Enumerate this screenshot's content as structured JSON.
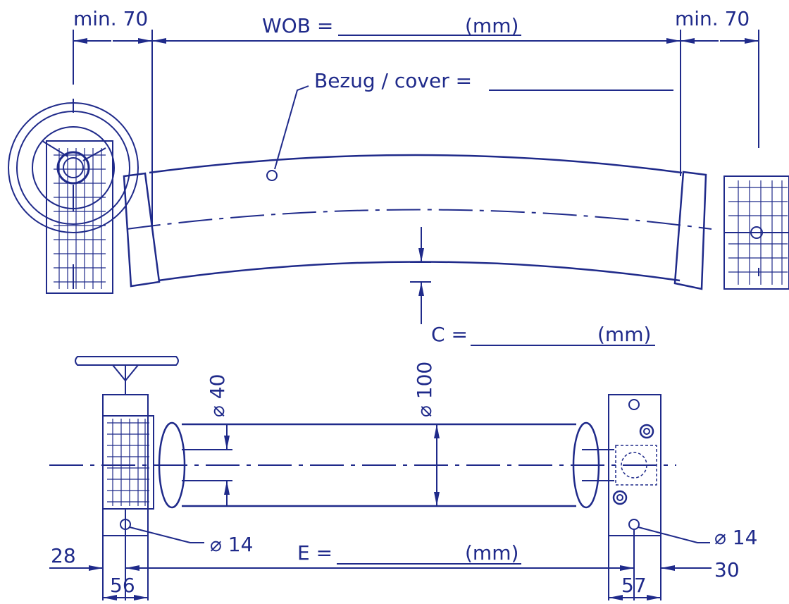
{
  "labels": {
    "min_left": "min. 70",
    "min_right": "min. 70",
    "wob_prefix": "WOB =",
    "wob_unit": "(mm)",
    "cover_prefix": "Bezug / cover =",
    "c_prefix": "C =",
    "c_unit": "(mm)",
    "dia_40": "⌀ 40",
    "dia_100": "⌀ 100",
    "dia_14_left": "⌀ 14",
    "dia_14_right": "⌀ 14",
    "e_prefix": "E =",
    "e_unit": "(mm)",
    "dim_28": "28",
    "dim_56": "56",
    "dim_57": "57",
    "dim_30": "30"
  },
  "colors": {
    "line": "#1f2a8a",
    "background": "#ffffff"
  }
}
